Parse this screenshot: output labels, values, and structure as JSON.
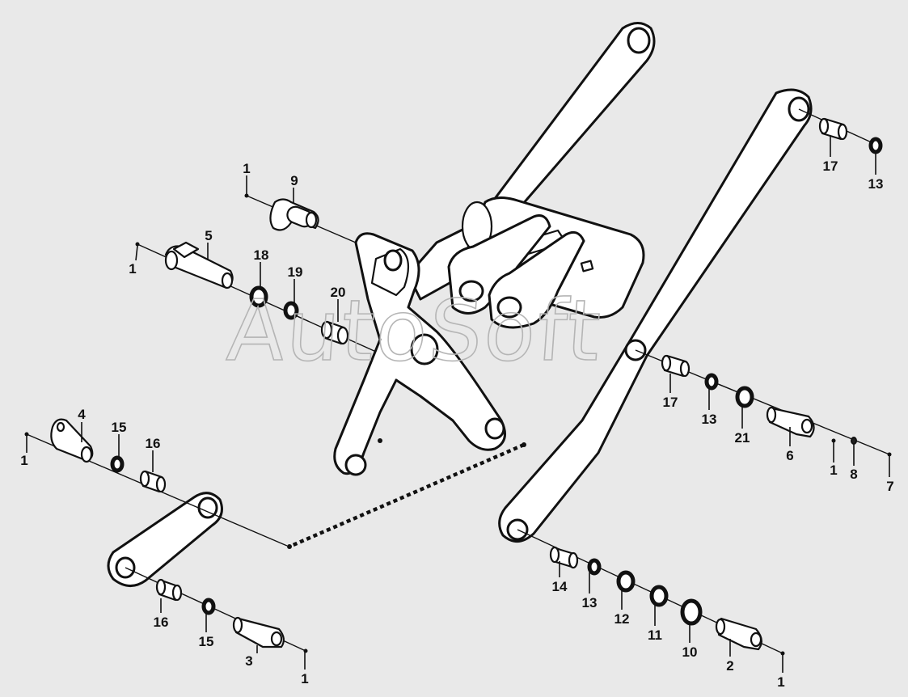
{
  "watermark": "AutoSoft",
  "callouts": [
    {
      "id": "c1a",
      "label": "1"
    },
    {
      "id": "c9",
      "label": "9"
    },
    {
      "id": "c1b",
      "label": "1"
    },
    {
      "id": "c5",
      "label": "5"
    },
    {
      "id": "c18",
      "label": "18"
    },
    {
      "id": "c19",
      "label": "19"
    },
    {
      "id": "c20",
      "label": "20"
    },
    {
      "id": "c1c",
      "label": "1"
    },
    {
      "id": "c4",
      "label": "4"
    },
    {
      "id": "c15a",
      "label": "15"
    },
    {
      "id": "c16a",
      "label": "16"
    },
    {
      "id": "c16b",
      "label": "16"
    },
    {
      "id": "c15b",
      "label": "15"
    },
    {
      "id": "c3",
      "label": "3"
    },
    {
      "id": "c1d",
      "label": "1"
    },
    {
      "id": "c17a",
      "label": "17"
    },
    {
      "id": "c13a",
      "label": "13"
    },
    {
      "id": "c17b",
      "label": "17"
    },
    {
      "id": "c13b",
      "label": "13"
    },
    {
      "id": "c21",
      "label": "21"
    },
    {
      "id": "c6",
      "label": "6"
    },
    {
      "id": "c1e",
      "label": "1"
    },
    {
      "id": "c8",
      "label": "8"
    },
    {
      "id": "c7",
      "label": "7"
    },
    {
      "id": "c14",
      "label": "14"
    },
    {
      "id": "c13c",
      "label": "13"
    },
    {
      "id": "c12",
      "label": "12"
    },
    {
      "id": "c11",
      "label": "11"
    },
    {
      "id": "c10",
      "label": "10"
    },
    {
      "id": "c2",
      "label": "2"
    },
    {
      "id": "c1f",
      "label": "1"
    }
  ]
}
